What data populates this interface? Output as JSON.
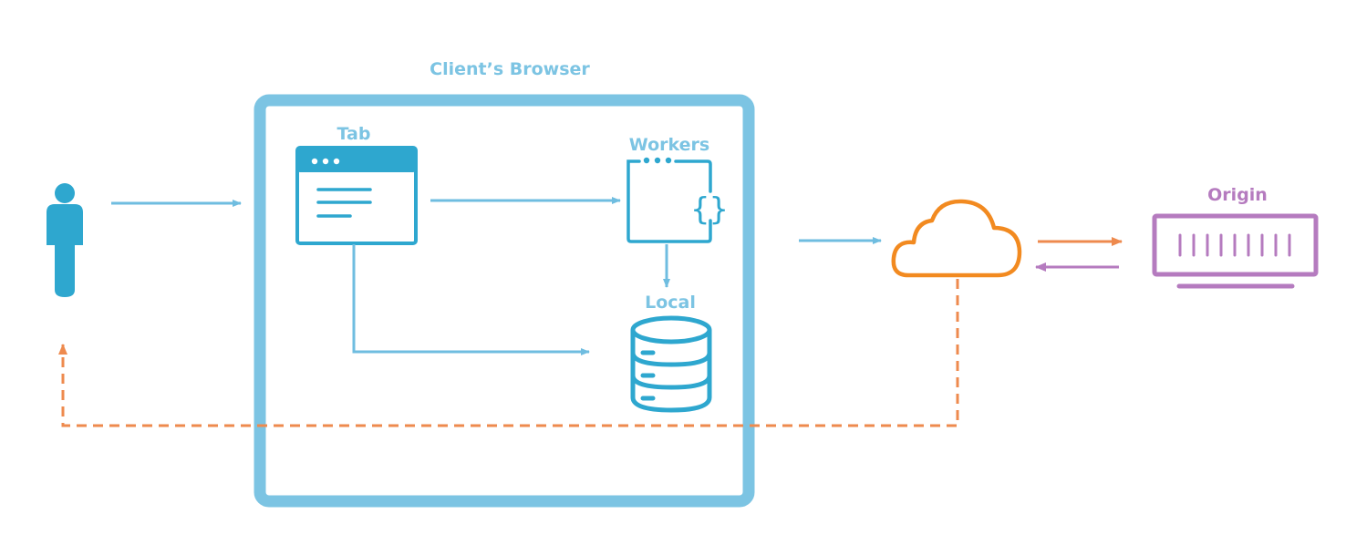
{
  "labels": {
    "browser": "Client’s Browser",
    "tab": "Tab",
    "workers": "Workers",
    "workers_glyph": "{}",
    "local": "Local",
    "origin": "Origin"
  },
  "colors": {
    "browser_blue": "#7cc4e3",
    "icon_blue": "#2ea7cf",
    "arrow_blue": "#6fbde0",
    "cloud_orange": "#f28a20",
    "dash_orange": "#ee8a4e",
    "origin_purple": "#b57bbf"
  },
  "icons": [
    "user-icon",
    "browser-tab-icon",
    "worker-icon",
    "database-icon",
    "cloud-icon",
    "origin-server-icon"
  ]
}
